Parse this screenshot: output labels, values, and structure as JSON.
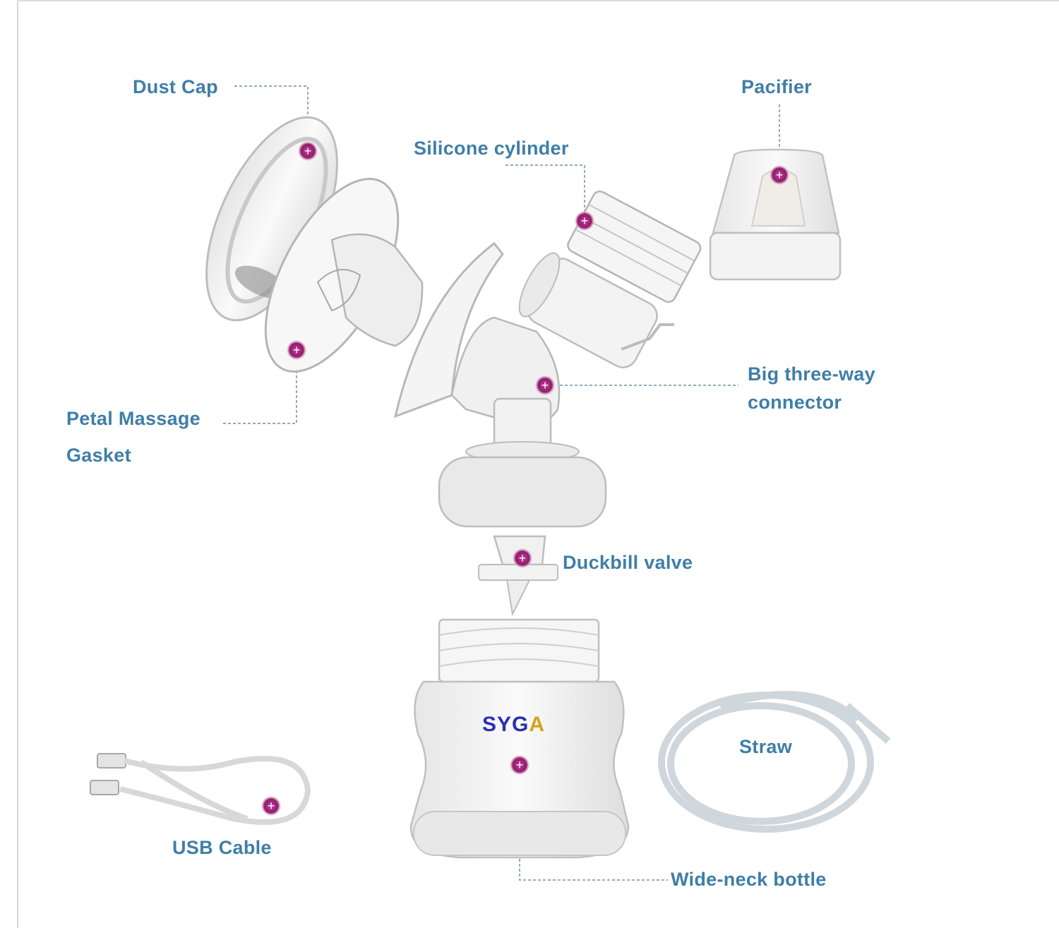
{
  "labels": {
    "dust_cap": "Dust Cap",
    "pacifier": "Pacifier",
    "silicone_cylinder": "Silicone cylinder",
    "petal_massage_line1": "Petal Massage",
    "petal_massage_line2": "Gasket",
    "three_way_line1": "Big three-way",
    "three_way_line2": "connector",
    "duckbill_valve": "Duckbill valve",
    "straw": "Straw",
    "usb_cable": "USB Cable",
    "wide_neck_bottle": "Wide-neck bottle"
  },
  "brand": {
    "text_main": "SYG",
    "text_accent": "A"
  },
  "colors": {
    "label": "#3f7ea7",
    "marker": "#9a1f73",
    "leader": "#6f8fa8",
    "part_stroke": "#b9b9b9",
    "part_fill": "#f2f2f2"
  }
}
